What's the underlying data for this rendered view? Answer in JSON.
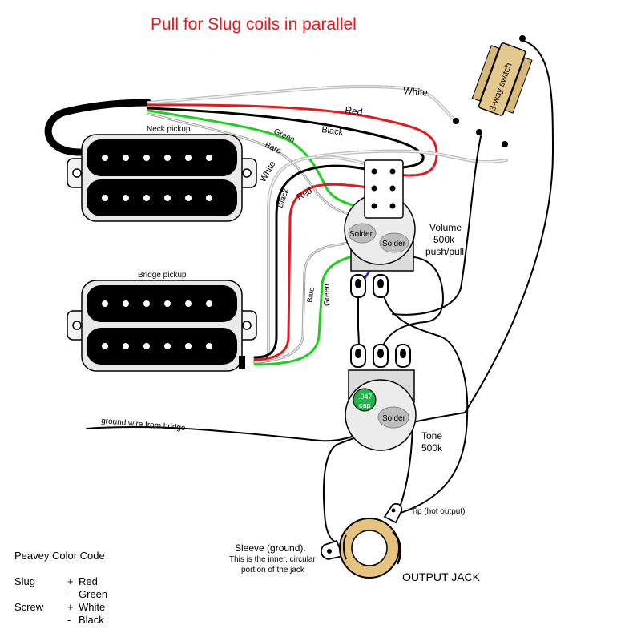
{
  "title": "Pull for Slug coils in parallel",
  "pickups": {
    "neck": "Neck pickup",
    "bridge": "Bridge pickup"
  },
  "wires": {
    "white_top": "White",
    "red_top": "Red",
    "black_top": "Black",
    "green_neck": "Green",
    "bare_neck": "Bare",
    "white_neck": "White",
    "black_neck": "Black",
    "red_neck": "Red",
    "bare_bridge": "Bare",
    "green_bridge": "Green",
    "ground_bridge": "ground wire from bridge"
  },
  "switch": {
    "label": "3-way switch"
  },
  "volume": {
    "name": "Volume",
    "value": "500k",
    "type": "push/pull",
    "solder_1": "Solder",
    "solder_2": "Solder"
  },
  "tone": {
    "name": "Tone",
    "value": "500k",
    "solder": "Solder",
    "cap_value": ".047",
    "cap_unit": "cap"
  },
  "jack": {
    "tip": "Tip (hot output)",
    "sleeve_1": "Sleeve (ground).",
    "sleeve_2": "This is the inner, circular",
    "sleeve_3": "portion of the jack",
    "label": "OUTPUT JACK"
  },
  "legend": {
    "title": "Peavey Color Code",
    "rows": [
      {
        "coil": "Slug",
        "sign": "+",
        "color": "Red"
      },
      {
        "coil": "",
        "sign": "-",
        "color": "Green"
      },
      {
        "coil": "Screw",
        "sign": "+",
        "color": "White"
      },
      {
        "coil": "",
        "sign": "-",
        "color": "Black"
      }
    ]
  },
  "colors": {
    "red": "#e8161c",
    "green": "#19d219",
    "black": "#000000",
    "white_wire": "#cfcfcf",
    "blue": "#1a1aff",
    "switch_fill": "#e3c98e",
    "pot_fill": "#ececec",
    "cap_fill": "#22b24c"
  }
}
